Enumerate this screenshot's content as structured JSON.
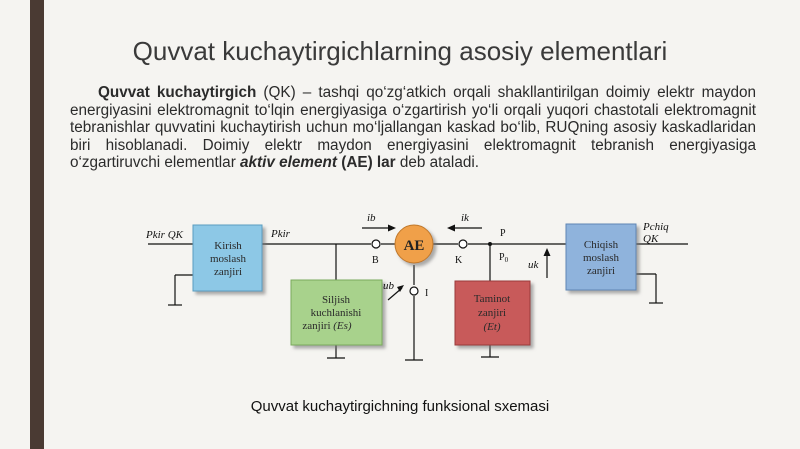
{
  "slide": {
    "title": "Quvvat kuchaytirgichlarning asosiy elementlari",
    "paragraph": {
      "term": "Quvvat kuchaytirgich",
      "abbr_open": " (QK) – ",
      "text1": "tashqi qo‘zg‘atkich orqali shakllantirilgan doimiy elektr maydon energiyasini elektromagnit to‘lqin energiyasiga o‘zgartirish yo‘li orqali yuqori chastotali elektromagnit tebranishlar quvvatini kuchaytirish uchun mo‘ljallangan kaskad bo‘lib, RUQning asosiy kaskadlaridan biri hisoblanadi. Doimiy elektr maydon energiyasini elektromagnit tebranish energiyasiga o‘zgartiruvchi elementlar ",
      "active_term": "aktiv element",
      "ae_label": " (AE) lar",
      "text2": " deb ataladi."
    },
    "caption": "Quvvat kuchaytirgichning funksional sxemasi"
  },
  "diagram": {
    "labels": {
      "pkir_qk": "Pkir QK",
      "pkir": "Pkir",
      "ib": "ib",
      "ik": "ik",
      "ae": "AE",
      "p": "P",
      "p0": "P",
      "p0_sub": "0",
      "b": "B",
      "k": "K",
      "ub": "ub",
      "uk": "uk",
      "i": "I",
      "pchiq": "Pchiq",
      "qk": "QK"
    },
    "blocks": {
      "input": [
        "Kirish",
        "moslash",
        "zanjiri"
      ],
      "bias": [
        "Siljish",
        "kuchlanishi",
        "zanjiri "
      ],
      "bias_sym": "(Es)",
      "supply": [
        "Taminot",
        "zanjiri"
      ],
      "supply_sym": "(Et)",
      "output": [
        "Chiqish",
        "moslash",
        "zanjiri"
      ]
    },
    "colors": {
      "input": "#8dc8e6",
      "bias": "#a8d28c",
      "supply": "#c85a5a",
      "output": "#8fb3dc",
      "ae": "#f0a04a"
    }
  }
}
